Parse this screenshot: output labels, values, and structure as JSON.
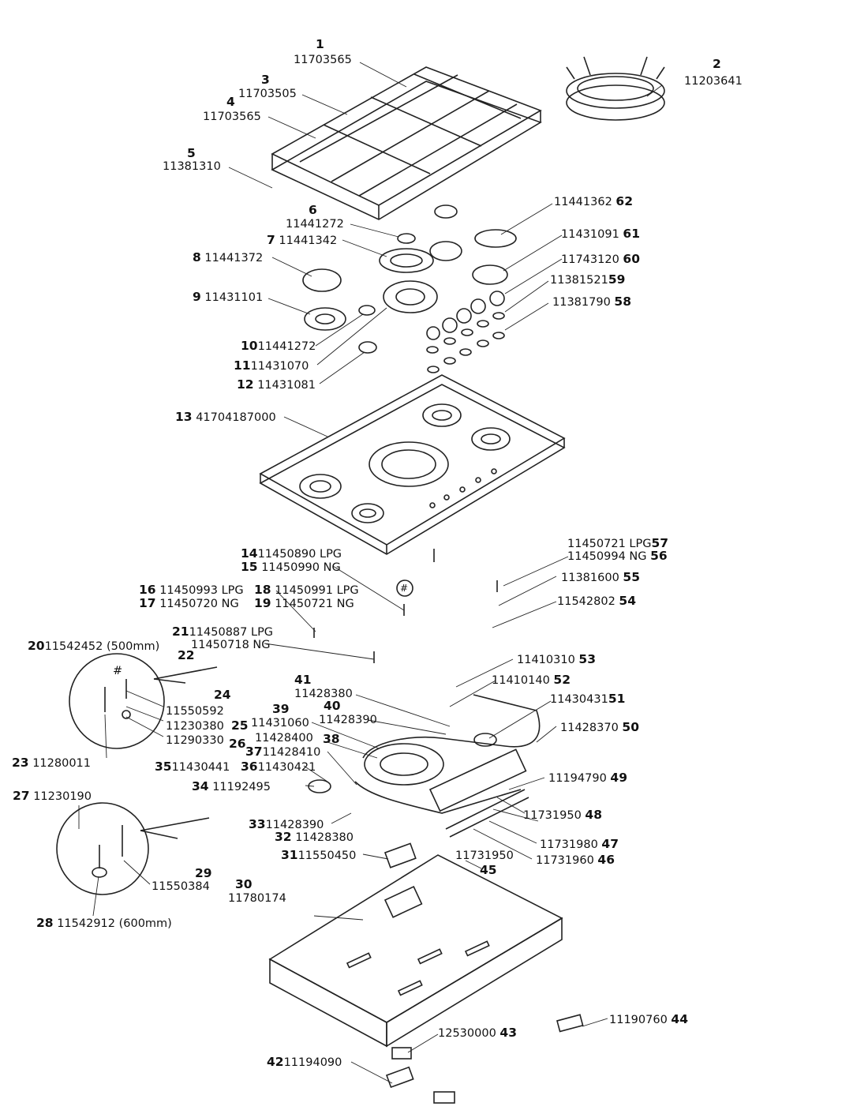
{
  "labels": [
    {
      "num": "1",
      "part": ""
    },
    {
      "num": "",
      "part": "11703565"
    },
    {
      "num": "2",
      "part": ""
    },
    {
      "num": "",
      "part": "11203641"
    },
    {
      "num": "3",
      "part": ""
    },
    {
      "num": "",
      "part": "11703505"
    },
    {
      "num": "4",
      "part": ""
    },
    {
      "num": "",
      "part": "11703565"
    },
    {
      "num": "5",
      "part": ""
    },
    {
      "num": "",
      "part": "11381310"
    },
    {
      "num": "6",
      "part": ""
    },
    {
      "num": "",
      "part": "11441272"
    },
    {
      "num": "7",
      "part": "11441342"
    },
    {
      "num": "8",
      "part": "11441372"
    },
    {
      "num": "9",
      "part": "11431101"
    },
    {
      "num": "10",
      "part": "11441272"
    },
    {
      "num": "11",
      "part": "11431070"
    },
    {
      "num": "12",
      "part": "11431081"
    },
    {
      "num": "13",
      "part": "41704187000"
    },
    {
      "num": "14",
      "part": "11450890  LPG"
    },
    {
      "num": "15",
      "part": "11450990  NG"
    },
    {
      "num": "16",
      "part": "11450993  LPG"
    },
    {
      "num": "17",
      "part": "11450720  NG"
    },
    {
      "num": "18",
      "part": "11450991  LPG"
    },
    {
      "num": "19",
      "part": "11450721  NG"
    },
    {
      "num": "21",
      "part": "11450887  LPG"
    },
    {
      "num": "",
      "part": "11450718  NG"
    },
    {
      "num": "22",
      "part": ""
    },
    {
      "num": "20",
      "part": "11542452  (500mm)"
    },
    {
      "num": "24",
      "part": ""
    },
    {
      "num": "",
      "part": "11550592"
    },
    {
      "num": "",
      "part": "11230380"
    },
    {
      "num": "25",
      "part": ""
    },
    {
      "num": "",
      "part": "11290330"
    },
    {
      "num": "26",
      "part": ""
    },
    {
      "num": "23",
      "part": "11280011"
    },
    {
      "num": "27",
      "part": "11230190"
    },
    {
      "num": "29",
      "part": ""
    },
    {
      "num": "",
      "part": "11550384"
    },
    {
      "num": "28",
      "part": "11542912  (600mm)"
    },
    {
      "num": "30",
      "part": ""
    },
    {
      "num": "",
      "part": "11780174"
    },
    {
      "num": "31",
      "part": "11550450"
    },
    {
      "num": "32",
      "part": "11428380"
    },
    {
      "num": "33",
      "part": "11428390"
    },
    {
      "num": "34",
      "part": "11192495"
    },
    {
      "num": "35",
      "part": "11430441"
    },
    {
      "num": "36",
      "part": "11430421"
    },
    {
      "num": "37",
      "part": "11428410"
    },
    {
      "num": "38",
      "part": ""
    },
    {
      "num": "",
      "part": "11428400"
    },
    {
      "num": "39",
      "part": ""
    },
    {
      "num": "",
      "part": "11431060"
    },
    {
      "num": "40",
      "part": ""
    },
    {
      "num": "",
      "part": "11428390"
    },
    {
      "num": "41",
      "part": ""
    },
    {
      "num": "",
      "part": "11428380"
    },
    {
      "num": "42",
      "part": "11194090"
    },
    {
      "num": "43",
      "part": "12530000"
    },
    {
      "num": "44",
      "part": "11190760"
    },
    {
      "num": "45",
      "part": ""
    },
    {
      "num": "46",
      "part": "11731960"
    },
    {
      "num": "",
      "part": "11731950"
    },
    {
      "num": "47",
      "part": "11731980"
    },
    {
      "num": "48",
      "part": "11731950"
    },
    {
      "num": "49",
      "part": "11194790"
    },
    {
      "num": "50",
      "part": "11428370"
    },
    {
      "num": "51",
      "part": "11430431"
    },
    {
      "num": "52",
      "part": "11410140"
    },
    {
      "num": "53",
      "part": "11410310"
    },
    {
      "num": "54",
      "part": "11542802"
    },
    {
      "num": "55",
      "part": "11381600"
    },
    {
      "num": "56",
      "part": "11450994  NG"
    },
    {
      "num": "57",
      "part": "11450721  LPG"
    },
    {
      "num": "58",
      "part": "11381790"
    },
    {
      "num": "59",
      "part": "11381521"
    },
    {
      "num": "60",
      "part": "11743120"
    },
    {
      "num": "61",
      "part": "11431091"
    },
    {
      "num": "62",
      "part": "11441362"
    }
  ],
  "symbols": {
    "hash": "#"
  }
}
